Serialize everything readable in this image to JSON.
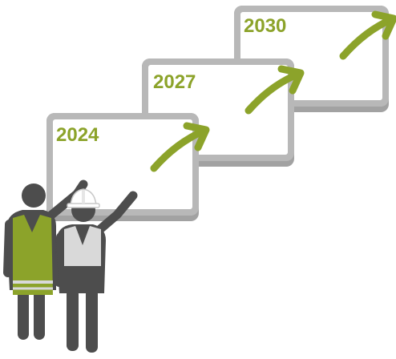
{
  "steps": [
    {
      "year": "2024"
    },
    {
      "year": "2027"
    },
    {
      "year": "2030"
    }
  ],
  "colors": {
    "accent": "#8ca32a",
    "screen_frame": "#b8b8b8",
    "screen_shadow": "#a2a2a2",
    "screen_fill": "#ffffff",
    "worker_dark": "#4d4d4d",
    "vest_green": "#8ca32a",
    "vest_grey": "#d9d9d9",
    "helmet": "#ffffff"
  },
  "icons": [
    "upward-trend-arrow-icon",
    "worker-icon",
    "hard-hat-icon"
  ]
}
